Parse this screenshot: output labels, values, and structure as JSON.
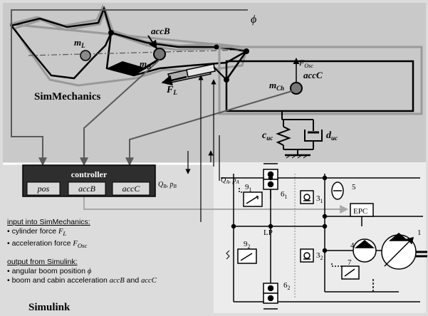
{
  "simmechanics": {
    "title": "SimMechanics",
    "phi": "ϕ",
    "m_L": "m",
    "m_L_sub": "L",
    "m_B": "m",
    "m_B_sub": "B",
    "m_Ch": "m",
    "m_Ch_sub": "Ch",
    "accB": "accB",
    "accC": "accC",
    "F_L": "F",
    "F_L_sub": "L",
    "F_Osc": "F",
    "F_Osc_sub": "Osc",
    "c_uc": "c",
    "c_uc_sub": "uc",
    "d_uc": "d",
    "d_uc_sub": "uc"
  },
  "controller": {
    "title": "controller",
    "ports": [
      "pos",
      "accB",
      "accC"
    ]
  },
  "signals": {
    "Q_B": "Q",
    "Q_B_sub": "B",
    "p_B": "p",
    "p_B_sub": "B",
    "Q_A": "Q",
    "Q_A_sub": "A",
    "p_A": "p",
    "p_A_sub": "A"
  },
  "hydraulics": {
    "LP": "LP",
    "EPC": "EPC",
    "n9_1": "9",
    "n9_1_sub": "1",
    "n9_2": "9",
    "n9_2_sub": "2",
    "n6_1": "6",
    "n6_1_sub": "1",
    "n6_2": "6",
    "n6_2_sub": "2",
    "n3_1": "3",
    "n3_1_sub": "1",
    "n3_2": "3",
    "n3_2_sub": "2",
    "n5": "5",
    "n4": "4",
    "n7": "7",
    "n1": "1"
  },
  "notes": {
    "input_heading": "input into SimMechanics:",
    "input_1_prefix": "• cylinder force ",
    "input_1_var": "F",
    "input_1_sub": "L",
    "input_2_prefix": "• acceleration force ",
    "input_2_var": "F",
    "input_2_sub": "Osc",
    "output_heading": "output from Simulink:",
    "output_1_prefix": "• angular boom position ",
    "output_1_var": "ϕ",
    "output_2_prefix": "• boom and cabin acceleration ",
    "output_2_var1": "accB",
    "output_2_mid": " and ",
    "output_2_var2": "accC"
  },
  "simulink_title": "Simulink",
  "colors": {
    "simmechanics_bg": "#c9c9c9",
    "simulink_bg": "#dcdcdc",
    "controller_bg": "#2e2e2e",
    "arrow_gray": "#5a5a5a",
    "line_gray": "#a8a8a8"
  }
}
